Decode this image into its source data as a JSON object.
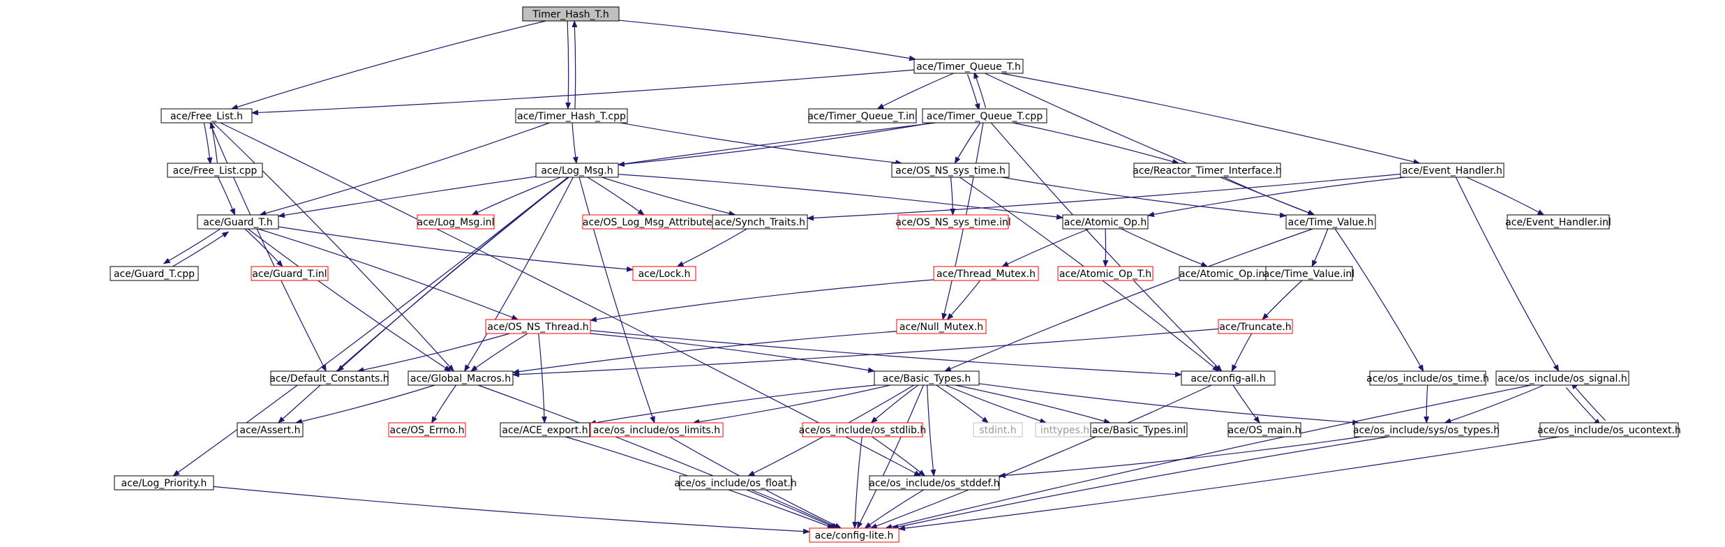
{
  "colors": {
    "edge": "#191970",
    "border_normal": "#000000",
    "border_incomplete": "#ff0000",
    "border_external": "#bfbfbf",
    "root_fill": "#bfbfbf",
    "node_fill": "#ffffff"
  },
  "nodes": [
    {
      "id": "n0",
      "label": "Timer_Hash_T.h",
      "style": "root"
    },
    {
      "id": "n1",
      "label": "ace/Timer_Queue_T.h",
      "style": "normal"
    },
    {
      "id": "n2",
      "label": "ace/Free_List.h",
      "style": "normal"
    },
    {
      "id": "n3",
      "label": "ace/Timer_Hash_T.cpp",
      "style": "normal"
    },
    {
      "id": "n4",
      "label": "ace/Timer_Queue_T.inl",
      "style": "normal"
    },
    {
      "id": "n5",
      "label": "ace/Timer_Queue_T.cpp",
      "style": "normal"
    },
    {
      "id": "n6",
      "label": "ace/Free_List.cpp",
      "style": "normal"
    },
    {
      "id": "n7",
      "label": "ace/Log_Msg.h",
      "style": "normal"
    },
    {
      "id": "n8",
      "label": "ace/OS_NS_sys_time.h",
      "style": "normal"
    },
    {
      "id": "n9",
      "label": "ace/Reactor_Timer_Interface.h",
      "style": "normal"
    },
    {
      "id": "n10",
      "label": "ace/Event_Handler.h",
      "style": "normal"
    },
    {
      "id": "n11",
      "label": "ace/Guard_T.h",
      "style": "normal"
    },
    {
      "id": "n12",
      "label": "ace/Log_Msg.inl",
      "style": "incomplete"
    },
    {
      "id": "n13",
      "label": "ace/OS_Log_Msg_Attributes.h",
      "style": "incomplete"
    },
    {
      "id": "n14",
      "label": "ace/Synch_Traits.h",
      "style": "normal"
    },
    {
      "id": "n15",
      "label": "ace/OS_NS_sys_time.inl",
      "style": "incomplete"
    },
    {
      "id": "n16",
      "label": "ace/Atomic_Op.h",
      "style": "normal"
    },
    {
      "id": "n17",
      "label": "ace/Time_Value.h",
      "style": "normal"
    },
    {
      "id": "n18",
      "label": "ace/Event_Handler.inl",
      "style": "normal"
    },
    {
      "id": "n19",
      "label": "ace/Guard_T.cpp",
      "style": "normal"
    },
    {
      "id": "n20",
      "label": "ace/Guard_T.inl",
      "style": "incomplete"
    },
    {
      "id": "n21",
      "label": "ace/Lock.h",
      "style": "incomplete"
    },
    {
      "id": "n22",
      "label": "ace/Thread_Mutex.h",
      "style": "incomplete"
    },
    {
      "id": "n23",
      "label": "ace/Atomic_Op_T.h",
      "style": "incomplete"
    },
    {
      "id": "n24",
      "label": "ace/Atomic_Op.inl",
      "style": "normal"
    },
    {
      "id": "n25",
      "label": "ace/Time_Value.inl",
      "style": "normal"
    },
    {
      "id": "n26",
      "label": "ace/OS_NS_Thread.h",
      "style": "incomplete"
    },
    {
      "id": "n27",
      "label": "ace/Null_Mutex.h",
      "style": "incomplete"
    },
    {
      "id": "n28",
      "label": "ace/Truncate.h",
      "style": "incomplete"
    },
    {
      "id": "n29",
      "label": "ace/Default_Constants.h",
      "style": "normal"
    },
    {
      "id": "n30",
      "label": "ace/Global_Macros.h",
      "style": "normal"
    },
    {
      "id": "n31",
      "label": "ace/Basic_Types.h",
      "style": "normal"
    },
    {
      "id": "n32",
      "label": "ace/config-all.h",
      "style": "normal"
    },
    {
      "id": "n33",
      "label": "ace/os_include/os_time.h",
      "style": "normal"
    },
    {
      "id": "n34",
      "label": "ace/os_include/os_signal.h",
      "style": "normal"
    },
    {
      "id": "n35",
      "label": "ace/Assert.h",
      "style": "normal"
    },
    {
      "id": "n36",
      "label": "ace/OS_Errno.h",
      "style": "incomplete"
    },
    {
      "id": "n37",
      "label": "ace/ACE_export.h",
      "style": "normal"
    },
    {
      "id": "n38",
      "label": "ace/os_include/os_limits.h",
      "style": "incomplete"
    },
    {
      "id": "n39",
      "label": "ace/os_include/os_stdlib.h",
      "style": "incomplete"
    },
    {
      "id": "n40",
      "label": "stdint.h",
      "style": "external"
    },
    {
      "id": "n41",
      "label": "inttypes.h",
      "style": "external"
    },
    {
      "id": "n42",
      "label": "ace/Basic_Types.inl",
      "style": "normal"
    },
    {
      "id": "n43",
      "label": "ace/OS_main.h",
      "style": "normal"
    },
    {
      "id": "n44",
      "label": "ace/os_include/sys/os_types.h",
      "style": "normal"
    },
    {
      "id": "n45",
      "label": "ace/os_include/os_ucontext.h",
      "style": "normal"
    },
    {
      "id": "n46",
      "label": "ace/Log_Priority.h",
      "style": "normal"
    },
    {
      "id": "n47",
      "label": "ace/os_include/os_float.h",
      "style": "normal"
    },
    {
      "id": "n48",
      "label": "ace/os_include/os_stddef.h",
      "style": "normal"
    },
    {
      "id": "n49",
      "label": "ace/config-lite.h",
      "style": "incomplete"
    }
  ],
  "edges": [
    [
      "n0",
      "n1"
    ],
    [
      "n0",
      "n2"
    ],
    [
      "n0",
      "n3"
    ],
    [
      "n3",
      "n0"
    ],
    [
      "n1",
      "n2"
    ],
    [
      "n1",
      "n4"
    ],
    [
      "n1",
      "n5"
    ],
    [
      "n5",
      "n1"
    ],
    [
      "n1",
      "n10"
    ],
    [
      "n1",
      "n17"
    ],
    [
      "n2",
      "n6"
    ],
    [
      "n6",
      "n2"
    ],
    [
      "n2",
      "n30"
    ],
    [
      "n2",
      "n29"
    ],
    [
      "n2",
      "n48"
    ],
    [
      "n3",
      "n7"
    ],
    [
      "n3",
      "n11"
    ],
    [
      "n3",
      "n8"
    ],
    [
      "n5",
      "n7"
    ],
    [
      "n5",
      "n8"
    ],
    [
      "n5",
      "n9"
    ],
    [
      "n5",
      "n11"
    ],
    [
      "n5",
      "n27"
    ],
    [
      "n5",
      "n32"
    ],
    [
      "n6",
      "n11"
    ],
    [
      "n7",
      "n12"
    ],
    [
      "n7",
      "n13"
    ],
    [
      "n7",
      "n14"
    ],
    [
      "n7",
      "n16"
    ],
    [
      "n7",
      "n29"
    ],
    [
      "n7",
      "n30"
    ],
    [
      "n7",
      "n35"
    ],
    [
      "n7",
      "n46"
    ],
    [
      "n7",
      "n38"
    ],
    [
      "n8",
      "n15"
    ],
    [
      "n8",
      "n17"
    ],
    [
      "n8",
      "n32"
    ],
    [
      "n9",
      "n17"
    ],
    [
      "n10",
      "n18"
    ],
    [
      "n10",
      "n16"
    ],
    [
      "n10",
      "n14"
    ],
    [
      "n10",
      "n34"
    ],
    [
      "n11",
      "n19"
    ],
    [
      "n19",
      "n11"
    ],
    [
      "n11",
      "n20"
    ],
    [
      "n11",
      "n21"
    ],
    [
      "n11",
      "n26"
    ],
    [
      "n11",
      "n30"
    ],
    [
      "n14",
      "n21"
    ],
    [
      "n16",
      "n22"
    ],
    [
      "n16",
      "n23"
    ],
    [
      "n16",
      "n24"
    ],
    [
      "n17",
      "n25"
    ],
    [
      "n17",
      "n31"
    ],
    [
      "n17",
      "n33"
    ],
    [
      "n22",
      "n26"
    ],
    [
      "n22",
      "n27"
    ],
    [
      "n25",
      "n28"
    ],
    [
      "n26",
      "n29"
    ],
    [
      "n26",
      "n30"
    ],
    [
      "n26",
      "n31"
    ],
    [
      "n26",
      "n32"
    ],
    [
      "n26",
      "n37"
    ],
    [
      "n27",
      "n30"
    ],
    [
      "n28",
      "n30"
    ],
    [
      "n28",
      "n32"
    ],
    [
      "n30",
      "n35"
    ],
    [
      "n30",
      "n36"
    ],
    [
      "n30",
      "n49"
    ],
    [
      "n31",
      "n37"
    ],
    [
      "n31",
      "n38"
    ],
    [
      "n31",
      "n39"
    ],
    [
      "n31",
      "n47"
    ],
    [
      "n31",
      "n48"
    ],
    [
      "n31",
      "n40"
    ],
    [
      "n31",
      "n41"
    ],
    [
      "n31",
      "n42"
    ],
    [
      "n31",
      "n44"
    ],
    [
      "n31",
      "n49"
    ],
    [
      "n32",
      "n43"
    ],
    [
      "n32",
      "n49"
    ],
    [
      "n33",
      "n44"
    ],
    [
      "n34",
      "n44"
    ],
    [
      "n34",
      "n45"
    ],
    [
      "n45",
      "n34"
    ],
    [
      "n34",
      "n49"
    ],
    [
      "n37",
      "n49"
    ],
    [
      "n38",
      "n49"
    ],
    [
      "n39",
      "n48"
    ],
    [
      "n39",
      "n49"
    ],
    [
      "n44",
      "n48"
    ],
    [
      "n44",
      "n49"
    ],
    [
      "n45",
      "n49"
    ],
    [
      "n46",
      "n49"
    ],
    [
      "n47",
      "n49"
    ],
    [
      "n48",
      "n49"
    ]
  ]
}
